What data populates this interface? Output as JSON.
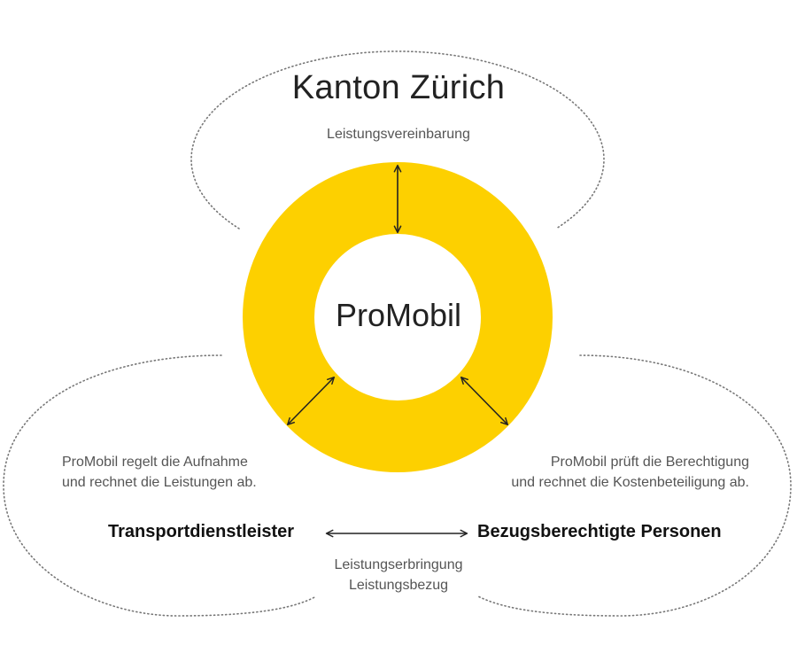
{
  "diagram": {
    "colors": {
      "ring": "#FDD000",
      "text_dark": "#222222",
      "text_grey": "#555555",
      "dotted_outline": "#777777",
      "arrow": "#222222"
    },
    "top_entity": {
      "title": "Kanton Zürich",
      "relation": "Leistungsvereinbarung"
    },
    "center": {
      "label": "ProMobil"
    },
    "left_entity": {
      "description_line1": "ProMobil regelt die Aufnahme",
      "description_line2": "und rechnet die Leistungen ab.",
      "title": "Transportdienstleister"
    },
    "right_entity": {
      "description_line1": "ProMobil prüft die Berechtigung",
      "description_line2": "und rechnet die Kostenbeteiligung ab.",
      "title": "Bezugsberechtigte Personen"
    },
    "bottom_relation": {
      "line1": "Leistungserbringung",
      "line2": "Leistungsbezug"
    },
    "arrows": [
      {
        "name": "top",
        "type": "double-headed",
        "from": "ProMobil",
        "to": "Kanton Zürich"
      },
      {
        "name": "left",
        "type": "double-headed",
        "from": "ProMobil",
        "to": "Transportdienstleister"
      },
      {
        "name": "right",
        "type": "double-headed",
        "from": "ProMobil",
        "to": "Bezugsberechtigte Personen"
      },
      {
        "name": "bottom",
        "type": "double-headed",
        "from": "Transportdienstleister",
        "to": "Bezugsberechtigte Personen"
      }
    ]
  }
}
